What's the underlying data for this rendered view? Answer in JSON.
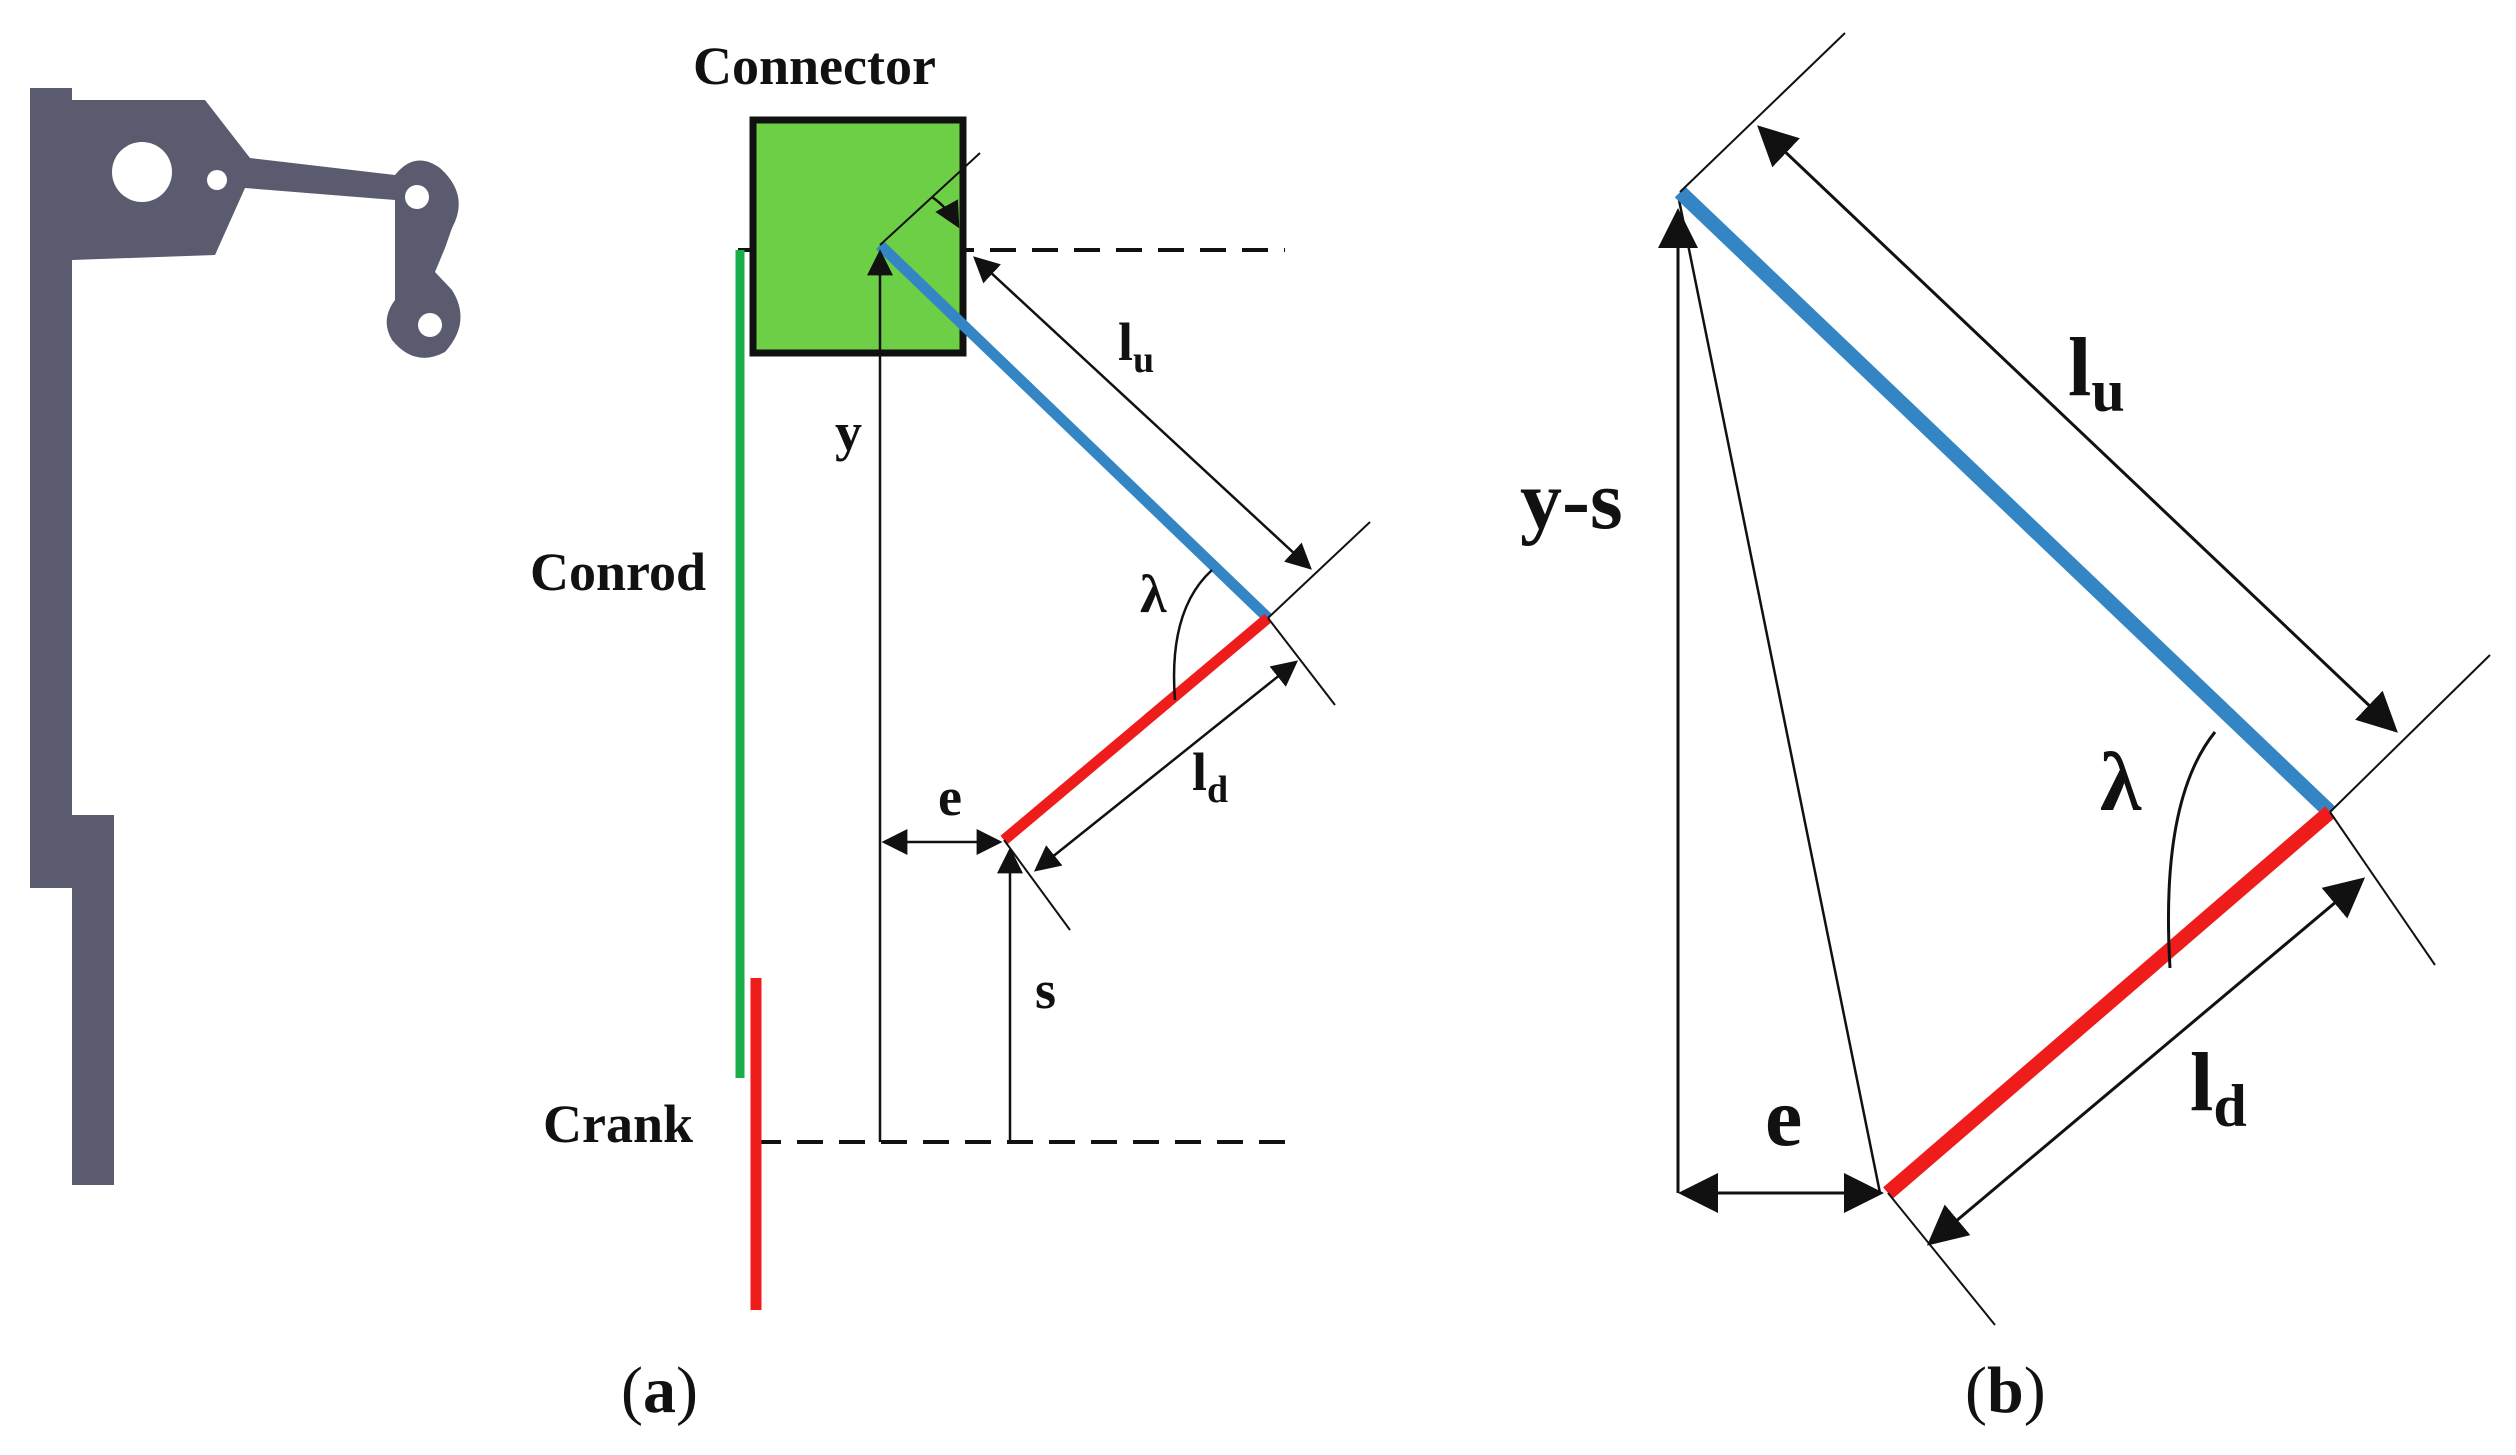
{
  "panel_a": {
    "labels": {
      "connector": "Connector",
      "conrod": "Conrod",
      "crank": "Crank",
      "y": "y",
      "l_u_main": "l",
      "l_u_sub": "u",
      "lambda": "λ",
      "l_d_main": "l",
      "l_d_sub": "d",
      "e": "e",
      "s": "s"
    },
    "caption_open": "(",
    "caption_letter": "a",
    "caption_close": ")"
  },
  "panel_b": {
    "labels": {
      "y_minus_s": "y-s",
      "l_u_main": "l",
      "l_u_sub": "u",
      "lambda": "λ",
      "l_d_main": "l",
      "l_d_sub": "d",
      "e": "e"
    },
    "caption_open": "(",
    "caption_letter": "b",
    "caption_close": ")"
  },
  "colors": {
    "connector_fill": "#6dcf45",
    "conrod": "#1aae4a",
    "crank": "#ef1c1c",
    "upper_link": "#3485c4",
    "lower_link": "#ef1c1c",
    "mechanism": "#5a5b6e"
  }
}
